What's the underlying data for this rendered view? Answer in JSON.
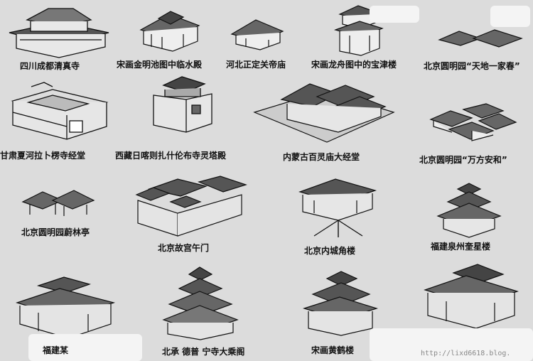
{
  "figures": [
    {
      "name": "fig-sichuan-mosque",
      "caption": "四川成都清真寺"
    },
    {
      "name": "fig-song-jinming-pool-hall",
      "caption": "宋画金明池图中临水殿"
    },
    {
      "name": "fig-hebei-guandi-temple",
      "caption": "河北正定关帝庙"
    },
    {
      "name": "fig-song-dragon-boat-tower",
      "caption": "宋画龙舟图中的宝津楼"
    },
    {
      "name": "fig-yuanmingyuan-tiandi",
      "caption": "北京圆明园“天地一家春”"
    },
    {
      "name": "fig-gansu-labrang-hall",
      "caption": "甘肃夏河拉卜楞寺经堂"
    },
    {
      "name": "fig-tibet-tashilhunpo",
      "caption": "西藏日喀则扎什伦布寺灵塔殿"
    },
    {
      "name": "fig-inner-mongolia-hall",
      "caption": "内蒙古百灵庙大经堂"
    },
    {
      "name": "fig-yuanmingyuan-wanfang",
      "caption": "北京圆明园“万方安和”"
    },
    {
      "name": "fig-yuanmingyuan-pavilion",
      "caption": "北京圆明园蔚林亭"
    },
    {
      "name": "fig-forbidden-city-meridian",
      "caption": "北京故宫午门"
    },
    {
      "name": "fig-beijing-corner-tower",
      "caption": "北京内城角楼"
    },
    {
      "name": "fig-quanzhou-kuixing",
      "caption": "福建泉州奎星楼"
    },
    {
      "name": "fig-fujian-building",
      "caption": "福建某"
    },
    {
      "name": "fig-chengde-puning",
      "caption": "北承 德普 宁寺大乘阁"
    },
    {
      "name": "fig-song-yellow-crane",
      "caption": "宋画黄鹤楼"
    },
    {
      "name": "fig-last-building",
      "caption": ""
    }
  ],
  "watermark": "http://lixd6618.blog."
}
